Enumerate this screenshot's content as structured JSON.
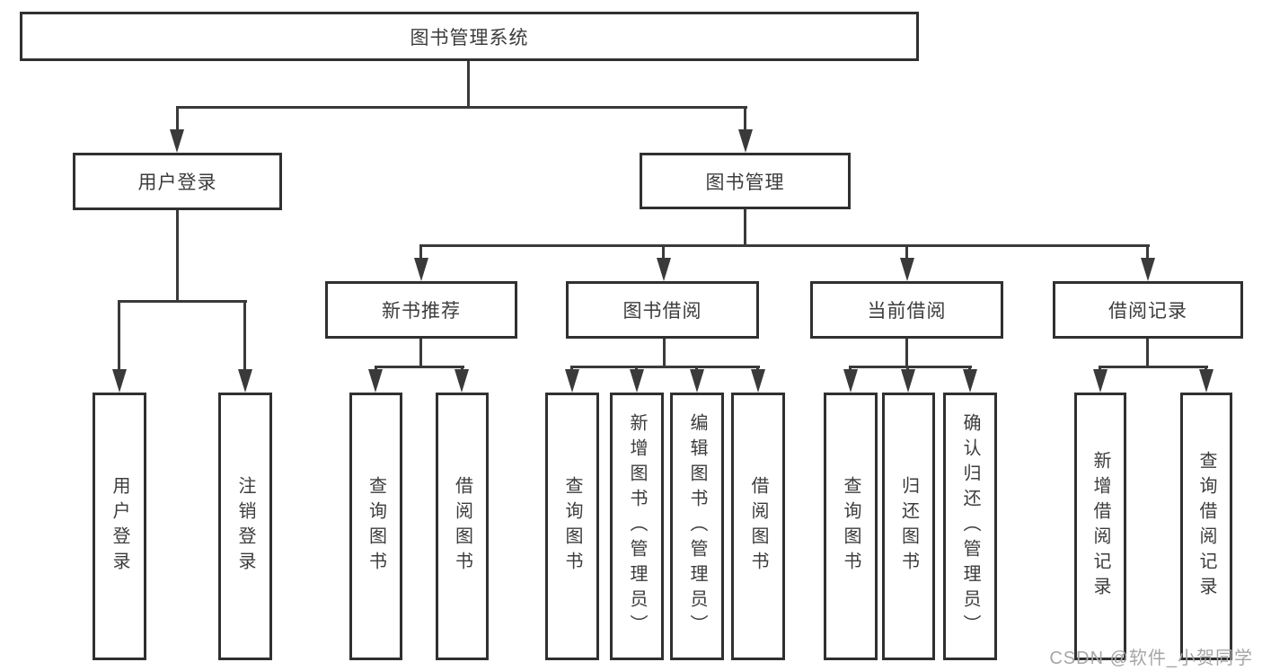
{
  "tree": {
    "label": "图书管理系统",
    "children": [
      {
        "label": "用户登录",
        "children": [
          {
            "label": "用户登录"
          },
          {
            "label": "注销登录"
          }
        ]
      },
      {
        "label": "图书管理",
        "children": [
          {
            "label": "新书推荐",
            "children": [
              {
                "label": "查询图书"
              },
              {
                "label": "借阅图书"
              }
            ]
          },
          {
            "label": "图书借阅",
            "children": [
              {
                "label": "查询图书"
              },
              {
                "label": "新增图书（管理员）"
              },
              {
                "label": "编辑图书（管理员）"
              },
              {
                "label": "借阅图书"
              }
            ]
          },
          {
            "label": "当前借阅",
            "children": [
              {
                "label": "查询图书"
              },
              {
                "label": "归还图书"
              },
              {
                "label": "确认归还（管理员）"
              }
            ]
          },
          {
            "label": "借阅记录",
            "children": [
              {
                "label": "新增借阅记录"
              },
              {
                "label": "查询借阅记录"
              }
            ]
          }
        ]
      }
    ]
  },
  "watermark": "CSDN @软件_小贺同学",
  "colors": {
    "line": "#3a3a3a",
    "border": "#303030",
    "text": "#3c3c3c",
    "watermark": "#a6a6a6",
    "bg": "#ffffff"
  }
}
